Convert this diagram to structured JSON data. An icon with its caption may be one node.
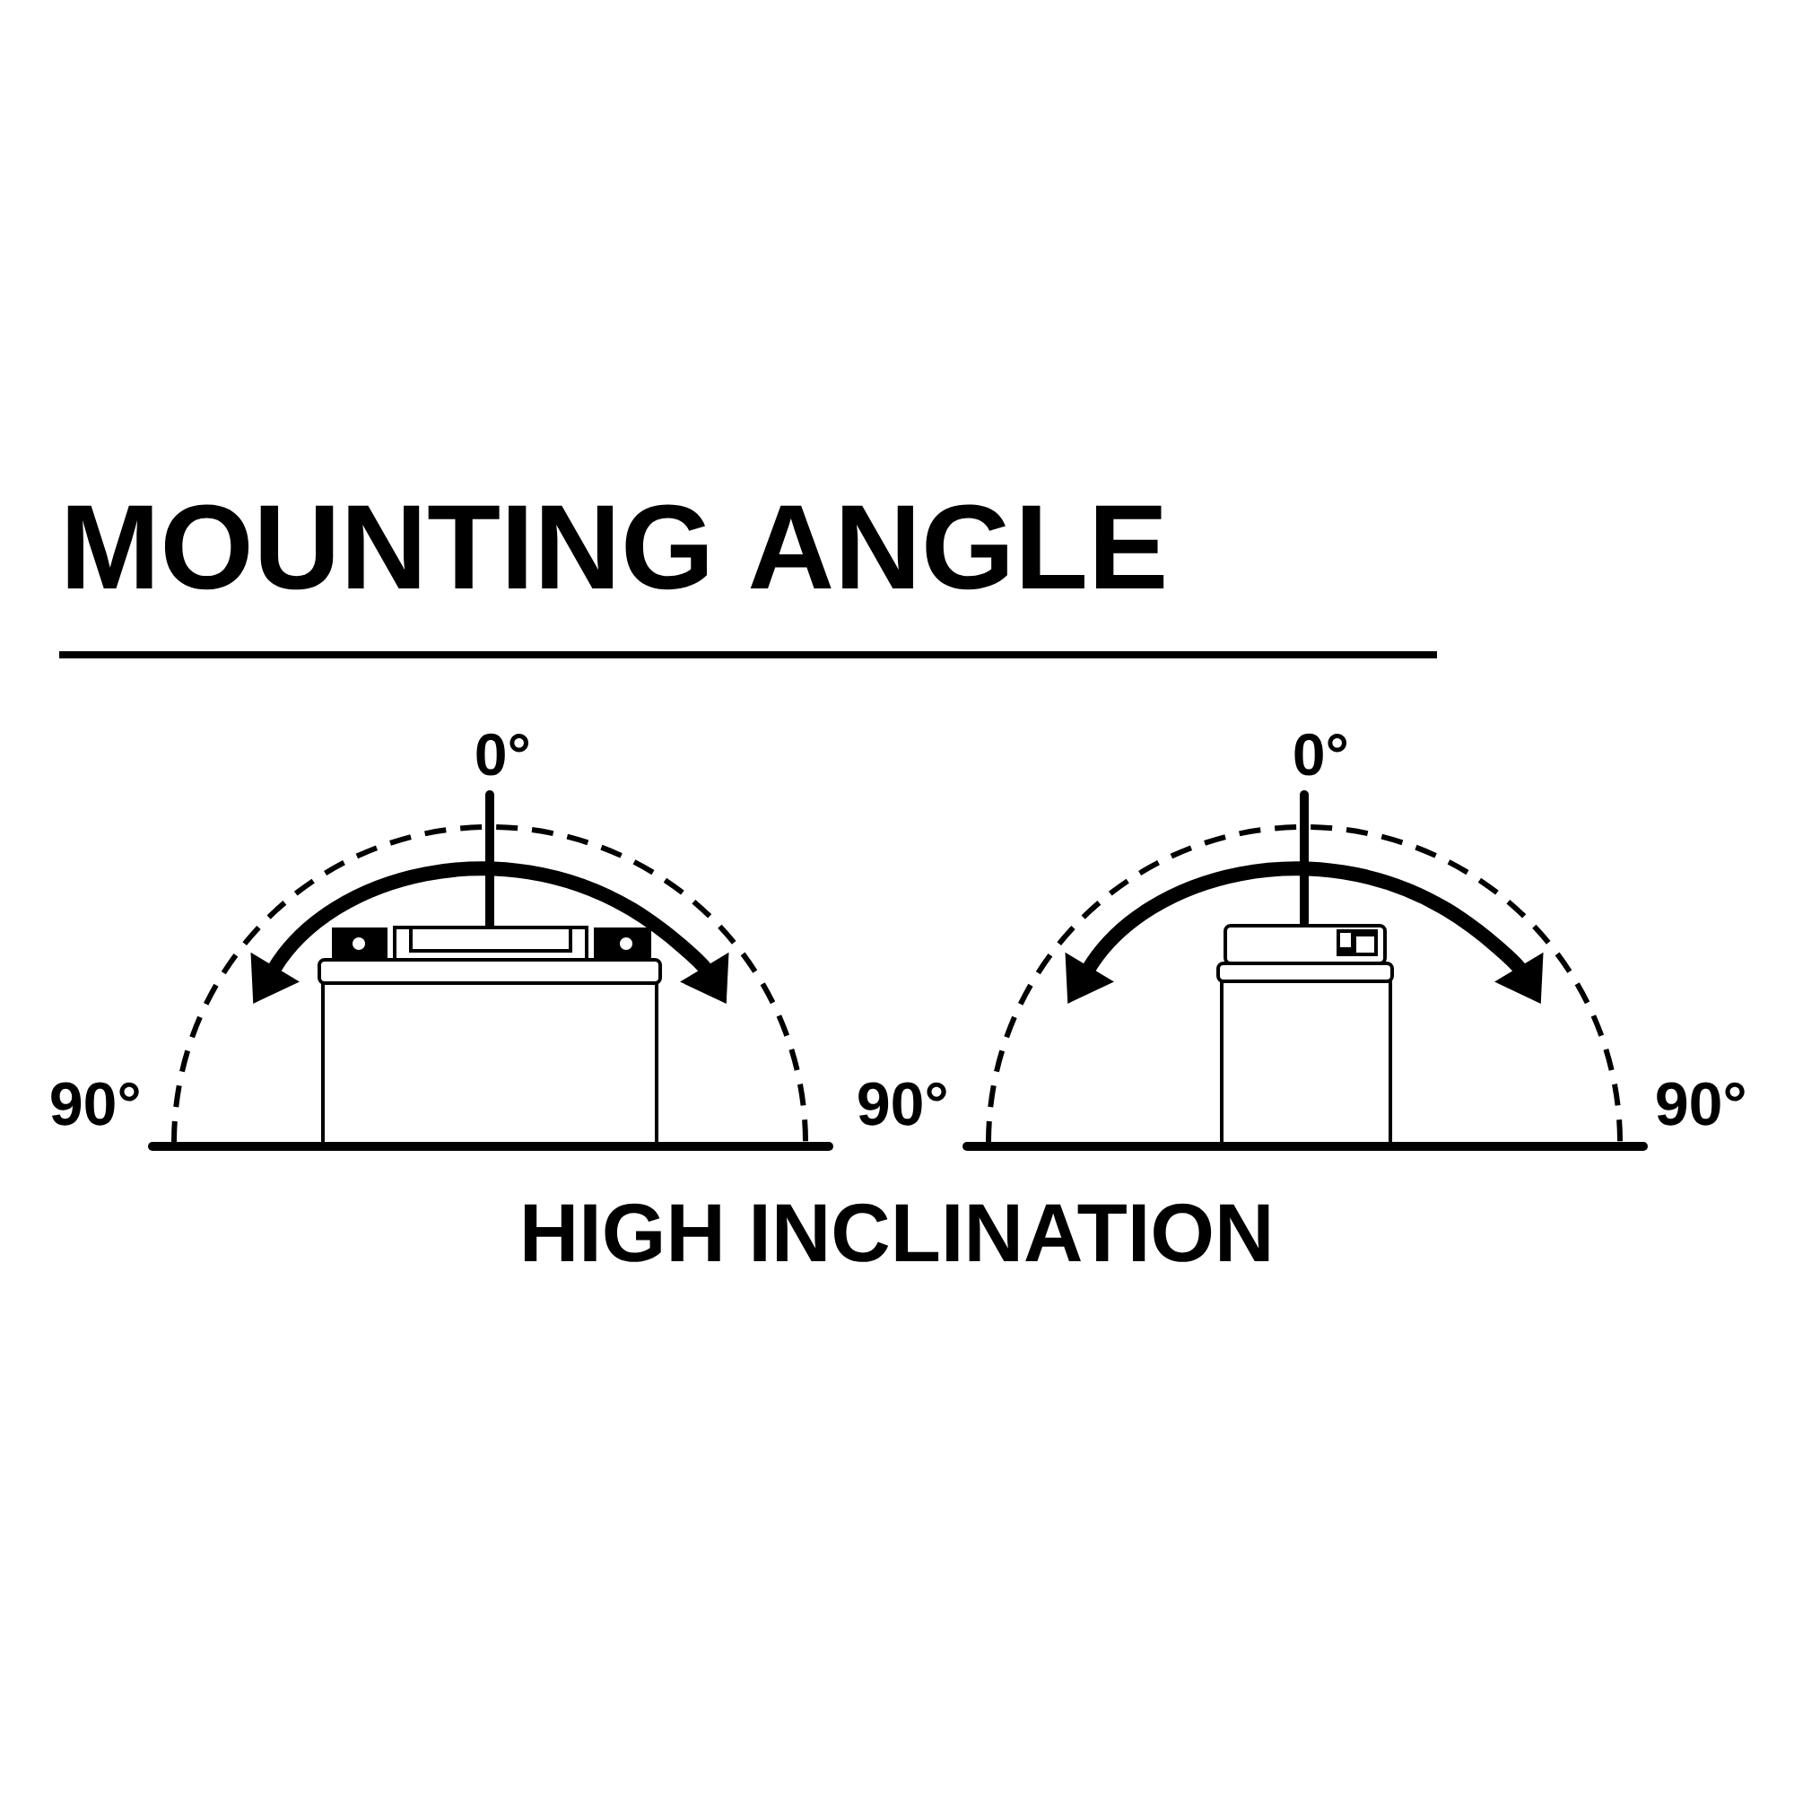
{
  "diagram": {
    "title": "MOUNTING ANGLE",
    "caption": "HIGH INCLINATION",
    "labels": [
      "0°",
      "0°",
      "90°",
      "90°",
      "90°"
    ]
  }
}
